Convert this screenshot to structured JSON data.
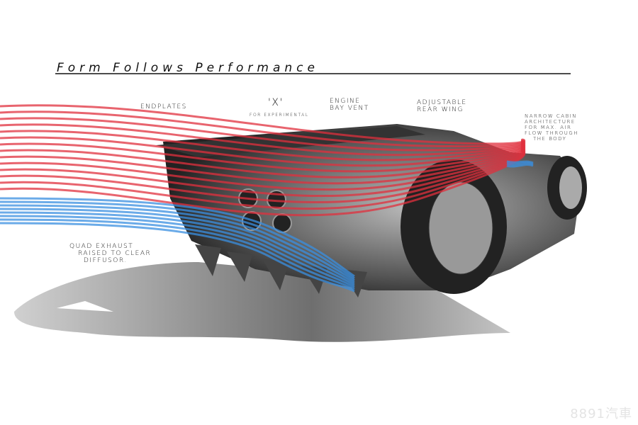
{
  "title": "Form Follows Performance",
  "labels": {
    "endplates": "Endplates",
    "x_mark": "'X'",
    "x_sub": "for experimental",
    "engine_vent_1": "Engine",
    "engine_vent_2": "Bay Vent",
    "rear_wing_1": "Adjustable",
    "rear_wing_2": "Rear Wing",
    "cabin_1": "Narrow cabin",
    "cabin_2": "architecture",
    "cabin_3": "for max. air",
    "cabin_4": "flow through",
    "cabin_5": "the body",
    "exhaust_1": "Quad Exhaust",
    "exhaust_2": "raised to clear",
    "exhaust_3": "diffusor."
  },
  "watermark": "8891汽車",
  "colors": {
    "red_flow": "#e0303e",
    "blue_flow": "#3a8fe0",
    "ink": "#111111"
  }
}
